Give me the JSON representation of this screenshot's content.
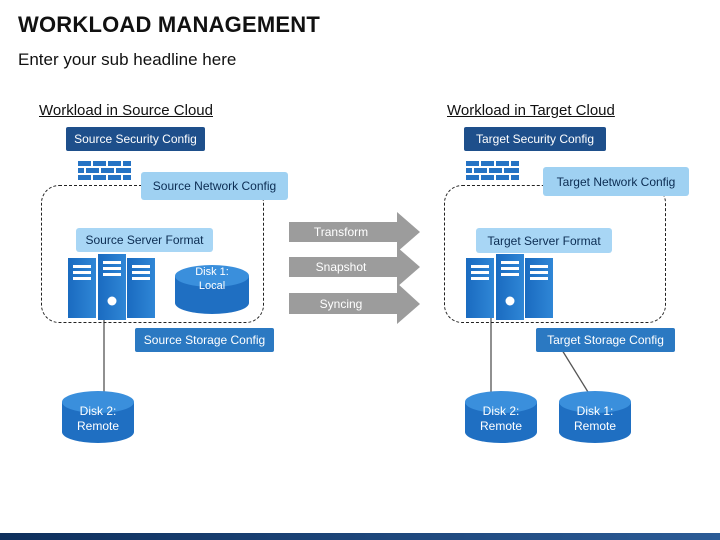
{
  "header": {
    "title": "WORKLOAD MANAGEMENT",
    "subtitle": "Enter your sub headline here"
  },
  "source": {
    "heading": "Workload in Source Cloud",
    "security": "Source Security Config",
    "network": "Source Network Config",
    "server": "Source Server Format",
    "storage": "Source Storage Config",
    "disk_local_line1": "Disk 1:",
    "disk_local_line2": "Local",
    "disk_remote_line1": "Disk 2:",
    "disk_remote_line2": "Remote"
  },
  "target": {
    "heading": "Workload in Target Cloud",
    "security": "Target Security Config",
    "network": "Target Network Config",
    "server": "Target Server Format",
    "storage": "Target Storage Config",
    "disk2_line1": "Disk 2:",
    "disk2_line2": "Remote",
    "disk1_line1": "Disk 1:",
    "disk1_line2": "Remote"
  },
  "arrows": {
    "transform": "Transform",
    "snapshot": "Snapshot",
    "syncing": "Syncing"
  },
  "colors": {
    "dark_blue": "#1e4f8b",
    "mid_blue": "#2b79c2",
    "light_blue": "#9fd1f2",
    "arrow_gray": "#9c9c9c"
  }
}
